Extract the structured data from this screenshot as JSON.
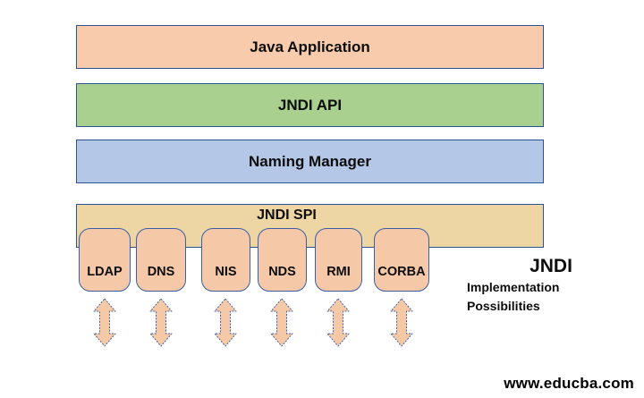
{
  "diagram": {
    "layers": [
      {
        "label": "Java Application",
        "fill": "#F8CBAD"
      },
      {
        "label": "JNDI API",
        "fill": "#A9D08E"
      },
      {
        "label": "Naming Manager",
        "fill": "#B4C7E7"
      },
      {
        "label": "JNDI SPI",
        "fill": "#EDD6A4"
      }
    ],
    "providers": [
      "LDAP",
      "DNS",
      "NIS",
      "NDS",
      "RMI",
      "CORBA"
    ],
    "side_note": {
      "title": "JNDI",
      "line1": "Implementation",
      "line2": "Possibilities"
    },
    "watermark": "www.educba.com",
    "icons": {
      "arrow": "double-vertical-arrow-icon"
    },
    "colors": {
      "border": "#2E5395",
      "provider_fill": "#F5C9A8",
      "arrow_fill": "#F6C9A6",
      "arrow_stroke": "#3F61A5",
      "background": "#FFFFFF"
    }
  }
}
